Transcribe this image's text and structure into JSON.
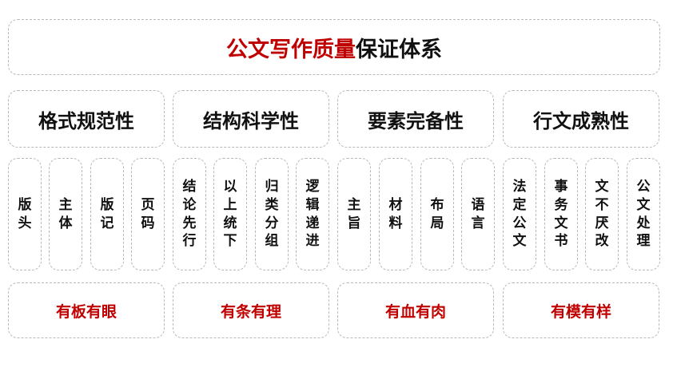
{
  "title": {
    "highlight": "公文写作质量",
    "rest": "保证体系"
  },
  "colors": {
    "accent": "#c00000",
    "text": "#111111",
    "border": "#b8b8b8"
  },
  "categories": [
    {
      "label": "格式规范性",
      "items": [
        "版头",
        "主体",
        "版记",
        "页码"
      ],
      "motto": "有板有眼"
    },
    {
      "label": "结构科学性",
      "items": [
        "结论先行",
        "以上统下",
        "归类分组",
        "逻辑递进"
      ],
      "motto": "有条有理"
    },
    {
      "label": "要素完备性",
      "items": [
        "主旨",
        "材料",
        "布局",
        "语言"
      ],
      "motto": "有血有肉"
    },
    {
      "label": "行文成熟性",
      "items": [
        "法定公文",
        "事务文书",
        "文不厌改",
        "公文处理"
      ],
      "motto": "有模有样"
    }
  ]
}
